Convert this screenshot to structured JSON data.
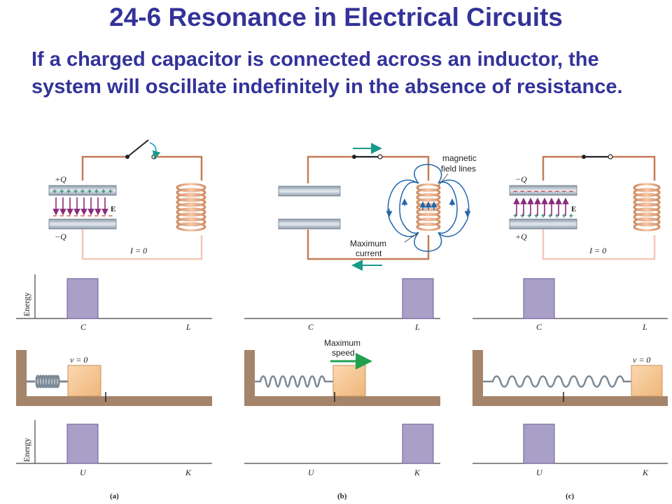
{
  "slide": {
    "title": "24-6 Resonance in Electrical Circuits",
    "body": "If a charged capacitor is connected across an inductor, the system will oscillate indefinitely in the absence of resistance."
  },
  "circuits": [
    {
      "top_plate": "+Q",
      "bottom_plate": "−Q",
      "current": "I = 0",
      "field": "E"
    },
    {
      "magnetic_label": "magnetic field lines",
      "magnetic_label_1": "magnetic",
      "magnetic_label_2": "field lines",
      "current_label_1": "Maximum",
      "current_label_2": "current"
    },
    {
      "top_plate": "−Q",
      "bottom_plate": "+Q",
      "current": "I = 0",
      "field": "E"
    }
  ],
  "energy_lc": {
    "ylabel": "Energy",
    "left": "C",
    "right": "L",
    "bars": [
      0,
      1,
      0
    ]
  },
  "springs": [
    {
      "velocity": "v = 0"
    },
    {
      "speed_label_1": "Maximum",
      "speed_label_2": "speed"
    },
    {
      "velocity": "v = 0"
    }
  ],
  "energy_uk": {
    "ylabel": "Energy",
    "left": "U",
    "right": "K",
    "bars": [
      0,
      1,
      0
    ]
  },
  "panels": [
    "(a)",
    "(b)",
    "(c)"
  ],
  "colors": {
    "title": "#33339a",
    "bar": "#a9a0c8",
    "wire": "#c87a58",
    "block": "#f6c792",
    "field_lines": "#2266aa"
  }
}
